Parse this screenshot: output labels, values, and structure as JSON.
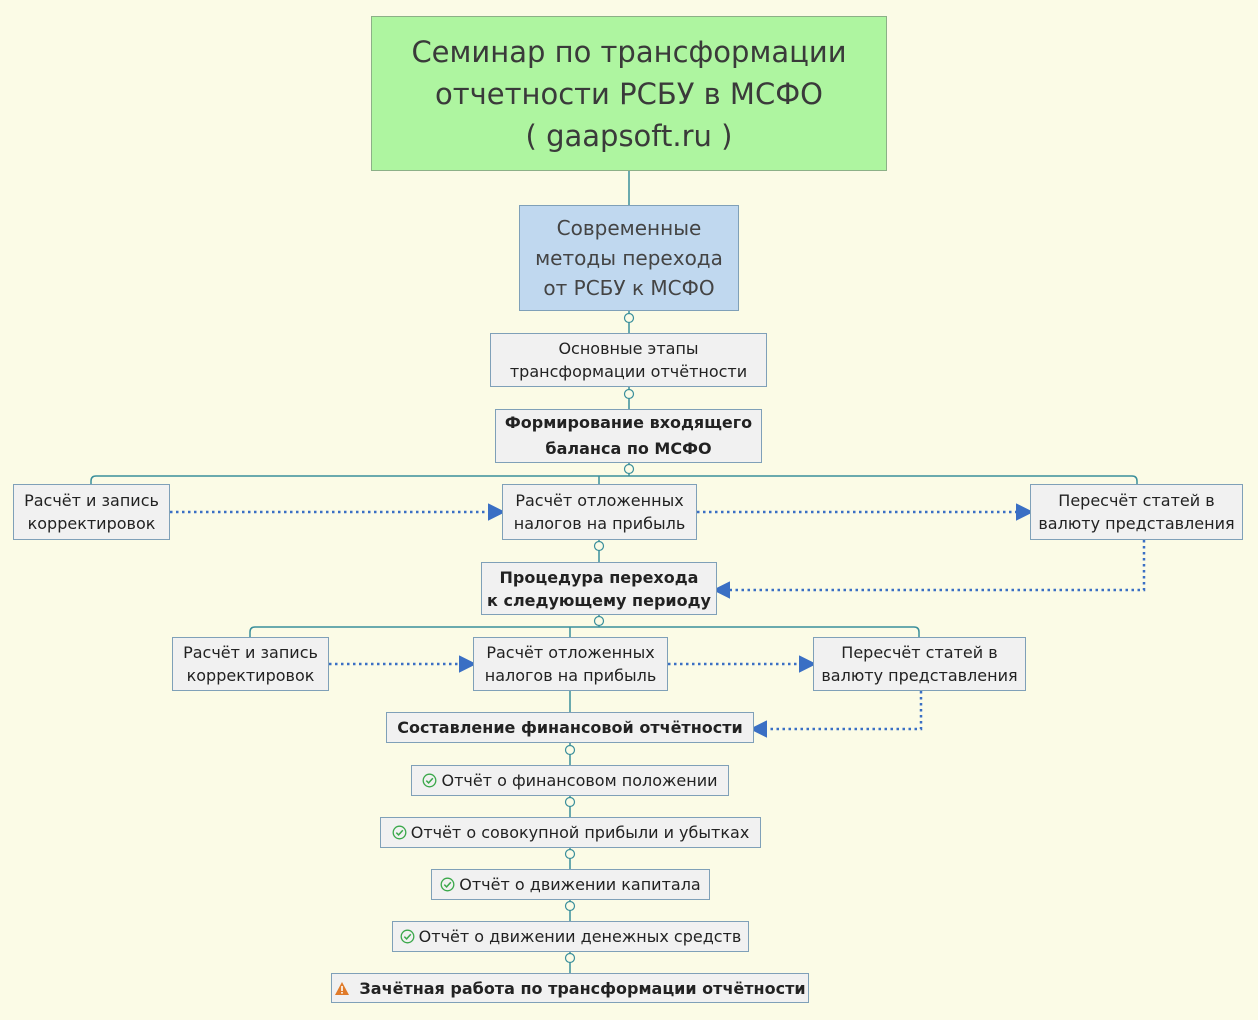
{
  "colors": {
    "background": "#fbfbe6",
    "title_fill": "#aef5a0",
    "subtitle_fill": "#c0d8ef",
    "node_fill": "#f1f1f1",
    "node_border": "#7fa0b8",
    "connector": "#3a8f9b",
    "dotted_arrow": "#3a6fc4",
    "check_icon": "#3aa84a",
    "warning_icon": "#e07b2a"
  },
  "nodes": {
    "root": "Семинар по трансформации\nотчетности РСБУ в МСФО\n( gaapsoft.ru )",
    "methods": "Современные\nметоды перехода\nот РСБУ к МСФО",
    "stages": "Основные этапы\nтрансформации отчётности",
    "opening_balance": "Формирование входящего\nбаланса по МСФО",
    "adjustments_1": "Расчёт и запись\nкорректировок",
    "deferred_tax_1": "Расчёт отложенных\nналогов на прибыль",
    "currency_1": "Пересчёт статей в\nвалюту представления",
    "next_period": "Процедура перехода\nк следующему периоду",
    "adjustments_2": "Расчёт и запись\nкорректировок",
    "deferred_tax_2": "Расчёт отложенных\nналогов на прибыль",
    "currency_2": "Пересчёт статей в\nвалюту представления",
    "statements": "Составление финансовой отчётности",
    "financial_position": "Отчёт о финансовом положении",
    "comprehensive_income": "Отчёт о совокупной прибыли и убытках",
    "equity_changes": "Отчёт о движении капитала",
    "cash_flows": "Отчёт о движении денежных средств",
    "exam": "Зачётная работа по трансформации отчётности"
  },
  "icons": {
    "financial_position": "check-icon",
    "comprehensive_income": "check-icon",
    "equity_changes": "check-icon",
    "cash_flows": "check-icon",
    "exam": "warning-icon"
  }
}
